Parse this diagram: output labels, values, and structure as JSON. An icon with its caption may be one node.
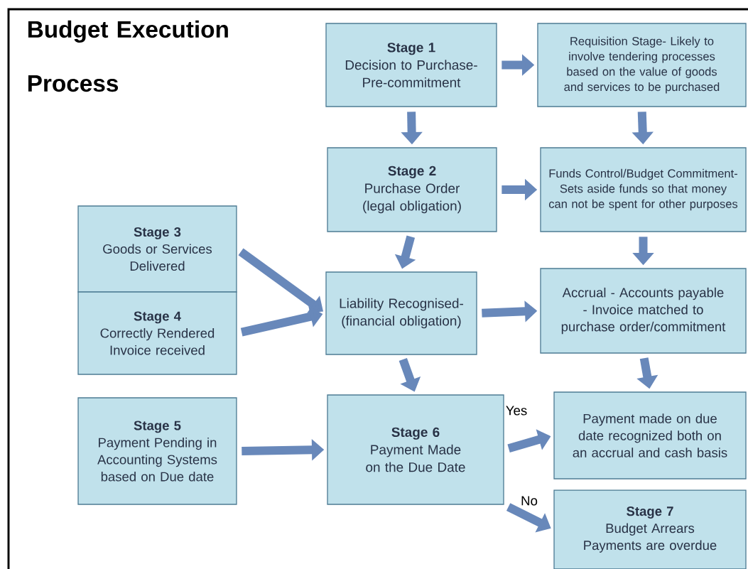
{
  "diagram": {
    "title": "Budget Execution Process",
    "nodes": [
      {
        "text": [
          "Stage 1",
          "Decision to Purchase- Pre-commitment"
        ]
      },
      {
        "text": [
          "Requisition Stage- Likely to involve tendering processes based on the value of goods and services to be purchased"
        ]
      },
      {
        "text": [
          "Stage 2",
          "Purchase Order (legal obligation)"
        ]
      },
      {
        "text": [
          "Funds Control/Budget Commitment- Sets aside funds so that money can not be spent for other purposes"
        ]
      },
      {
        "text": [
          "Stage 3",
          "Goods or Services Delivered"
        ]
      },
      {
        "text": [
          "Stage 4",
          "Correctly Rendered Invoice received"
        ]
      },
      {
        "text": [
          "Liability Recognised- (financial obligation)"
        ]
      },
      {
        "text": [
          "Accrual - Accounts payable - Invoice matched to purchase order/commitment"
        ]
      },
      {
        "text": [
          "Stage 5",
          "Payment Pending in Accounting Systems based on Due date"
        ]
      },
      {
        "text": [
          "Stage 6",
          "Payment Made on the Due Date"
        ]
      },
      {
        "text": [
          "Payment made on due date recognized both on an accrual and cash basis"
        ]
      },
      {
        "text": [
          "Stage 7",
          "Budget Arrears Payments are overdue"
        ]
      }
    ],
    "edges": [
      {
        "from": 0,
        "to": 1,
        "arrow": "to"
      },
      {
        "from": 0,
        "to": 2,
        "arrow": "to"
      },
      {
        "from": 1,
        "to": 3,
        "arrow": "to"
      },
      {
        "from": 2,
        "to": 3,
        "arrow": "to"
      },
      {
        "from": 2,
        "to": 6,
        "arrow": "to"
      },
      {
        "from": 3,
        "to": 7,
        "arrow": "to"
      },
      {
        "from": 4,
        "to": 6,
        "arrow": "to"
      },
      {
        "from": 5,
        "to": 6,
        "arrow": "to"
      },
      {
        "from": 6,
        "to": 7,
        "arrow": "to"
      },
      {
        "from": 6,
        "to": 9,
        "arrow": "to"
      },
      {
        "from": 7,
        "to": 10,
        "arrow": "to"
      },
      {
        "from": 8,
        "to": 9,
        "arrow": "to"
      },
      {
        "from": 9,
        "to": 10,
        "arrow": "to",
        "label": "Yes"
      },
      {
        "from": 9,
        "to": 11,
        "arrow": "to",
        "label": "No"
      }
    ]
  }
}
